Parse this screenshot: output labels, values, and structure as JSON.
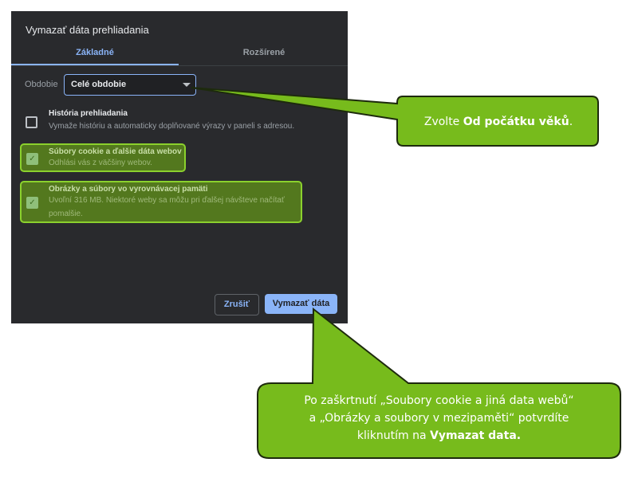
{
  "dialog": {
    "title": "Vymazať dáta prehliadania",
    "tabs": [
      {
        "label": "Základné",
        "active": true
      },
      {
        "label": "Rozšírené",
        "active": false
      }
    ],
    "period": {
      "label": "Obdobie",
      "value": "Celé obdobie"
    },
    "items": [
      {
        "title": "História prehliadania",
        "desc": "Vymaže históriu a automaticky doplňované výrazy v paneli s adresou.",
        "checked": false
      },
      {
        "title": "Súbory cookie a ďalšie dáta webov",
        "desc": "Odhlási vás z väčšiny webov.",
        "checked": true
      },
      {
        "title": "Obrázky a súbory vo vyrovnávacej pamäti",
        "desc": "Uvoľní 316 MB. Niektoré weby sa môžu pri ďalšej návšteve načítať pomalšie.",
        "checked": true
      }
    ],
    "cancel_label": "Zrušiť",
    "confirm_label": "Vymazať dáta"
  },
  "callouts": {
    "first": {
      "prefix": "Zvolte ",
      "bold": "Od počátku věků",
      "suffix": "."
    },
    "second": {
      "line1": "Po zaškrtnutí „Soubory cookie a jiná data webů“",
      "line2": "a „Obrázky a soubory v mezipaměti“ potvrdíte",
      "line3_prefix": "kliknutím na ",
      "line3_bold": "Vymazat data."
    }
  },
  "colors": {
    "accent": "#8ab4f8",
    "callout": "#77bb1c",
    "dialog_bg": "#292a2d"
  }
}
